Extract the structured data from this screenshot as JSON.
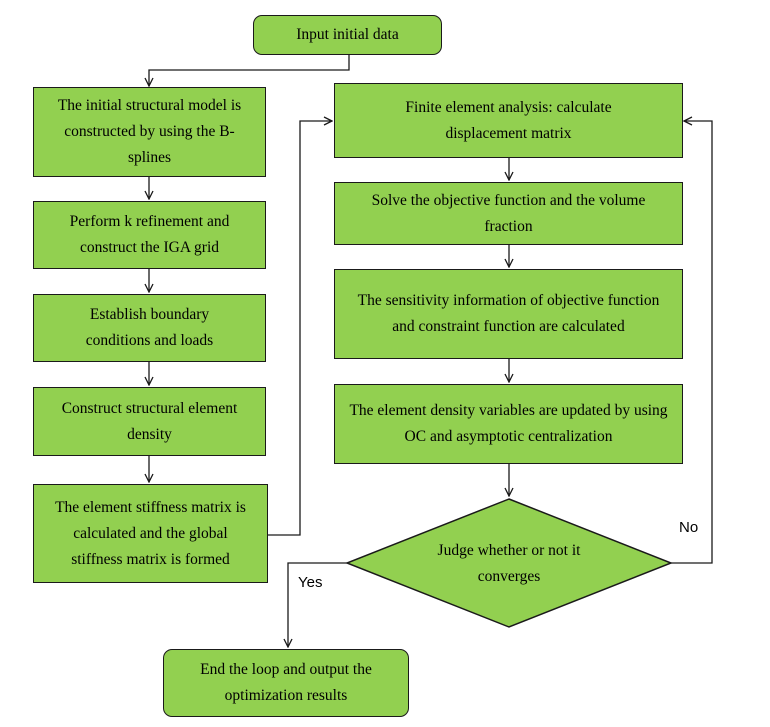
{
  "nodes": {
    "start": "Input initial data",
    "model": "The initial structural model is constructed by using the B-splines",
    "refine": "Perform k refinement and construct the IGA grid",
    "boundary": "Establish boundary conditions and loads",
    "density": "Construct structural element density",
    "stiffness": "The element stiffness matrix is calculated and the global stiffness matrix is formed",
    "fea": "Finite element analysis: calculate displacement matrix",
    "objective": "Solve the objective function and the volume fraction",
    "sensitivity": "The sensitivity information of objective function and constraint function are calculated",
    "update": "The element density variables are updated by using OC and asymptotic centralization",
    "decision": "Judge whether or not it converges",
    "end": "End the loop and output the optimization results"
  },
  "edge_labels": {
    "yes": "Yes",
    "no": "No"
  },
  "colors": {
    "fill": "#92d050",
    "stroke": "#1a1a1a"
  }
}
